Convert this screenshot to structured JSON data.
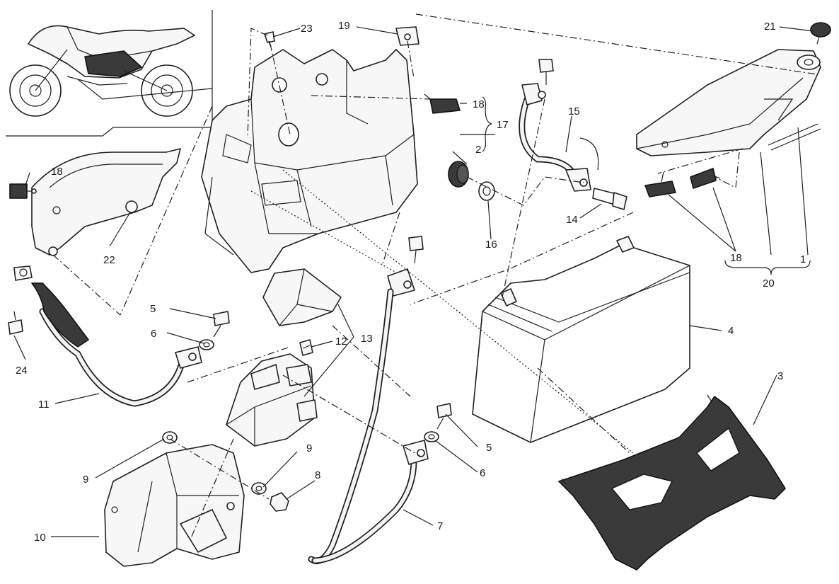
{
  "labels": {
    "l1": "1",
    "l2": "2",
    "l3": "3",
    "l4": "4",
    "l5a": "5",
    "l5b": "5",
    "l6a": "6",
    "l6b": "6",
    "l7": "7",
    "l8": "8",
    "l9a": "9",
    "l9b": "9",
    "l10": "10",
    "l11": "11",
    "l12": "12",
    "l13": "13",
    "l14": "14",
    "l15": "15",
    "l16": "16",
    "l17": "17",
    "l18a": "18",
    "l18b": "18",
    "l18c": "18",
    "l19": "19",
    "l20": "20",
    "l21": "21",
    "l22": "22",
    "l23": "23",
    "l24": "24"
  },
  "colors": {
    "line": "#1f1f1f",
    "bracket_dark": "#3a3a3a",
    "background": "#ffffff"
  }
}
